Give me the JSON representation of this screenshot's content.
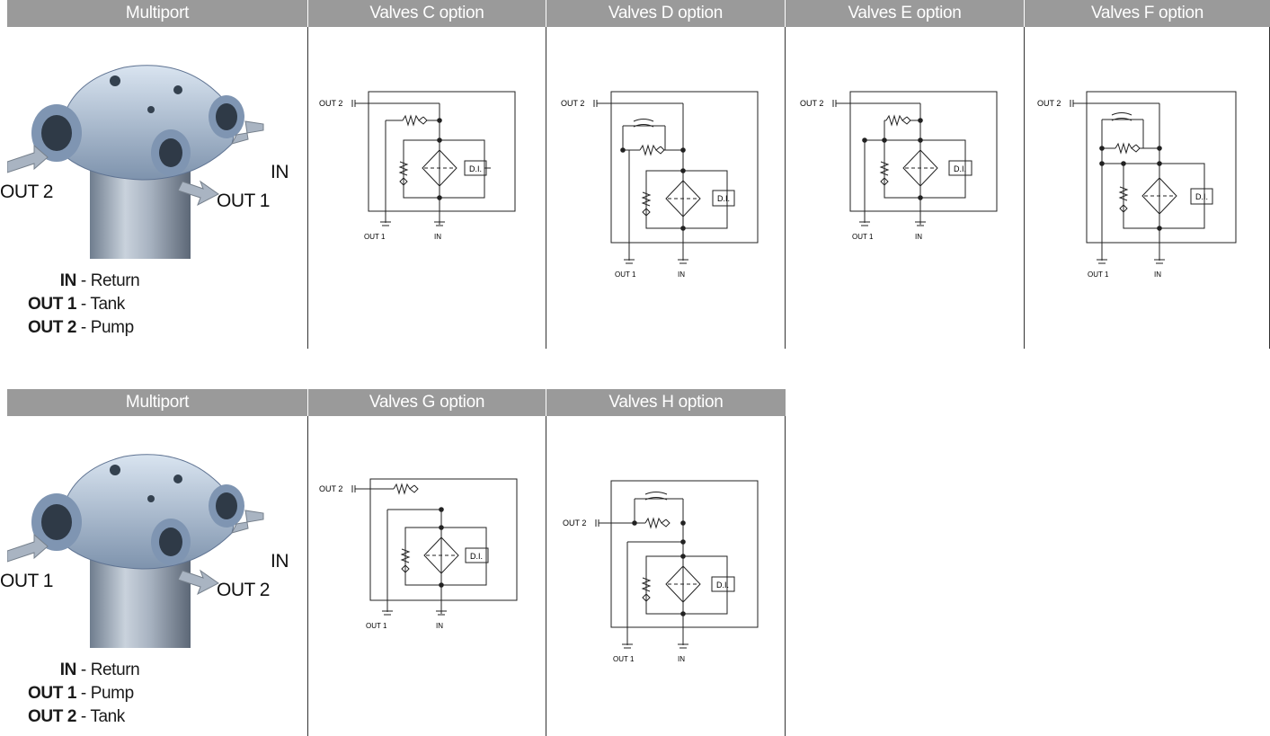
{
  "top": {
    "headers": [
      "Multiport",
      "Valves C option",
      "Valves D option",
      "Valves E option",
      "Valves F option"
    ],
    "port_labels": {
      "in": "IN",
      "left": "OUT 2",
      "right": "OUT 1"
    },
    "legend": [
      {
        "code": "IN",
        "text": "- Return"
      },
      {
        "code": "OUT 1",
        "text": "- Tank"
      },
      {
        "code": "OUT 2",
        "text": "- Pump"
      }
    ]
  },
  "bottom": {
    "headers": [
      "Multiport",
      "Valves G option",
      "Valves H option"
    ],
    "port_labels": {
      "in": "IN",
      "left": "OUT 1",
      "right": "OUT 2"
    },
    "legend": [
      {
        "code": "IN",
        "text": "- Return"
      },
      {
        "code": "OUT 1",
        "text": "- Pump"
      },
      {
        "code": "OUT 2",
        "text": "- Tank"
      }
    ]
  },
  "schematic": {
    "out2": "OUT 2",
    "out1": "OUT 1",
    "in": "IN",
    "indicator": "D.I."
  },
  "colors": {
    "header_bg": "#9a9a9a",
    "header_text": "#ffffff",
    "line": "#222222"
  }
}
